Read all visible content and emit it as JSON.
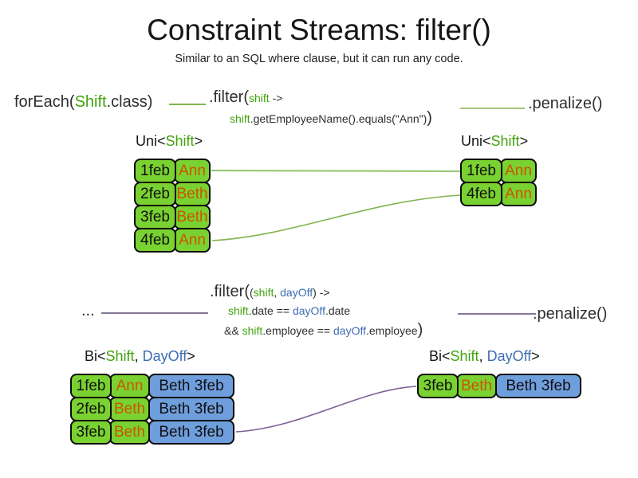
{
  "colors": {
    "green_fill": "#79d231",
    "blue_fill": "#6f9edd",
    "ident_green": "#43a30f",
    "ident_blue": "#3d6eb5",
    "orange_text": "#cc5500",
    "text_dark": "#2e2e2e",
    "line_green": "#82b44e",
    "line_green_light": "#9cc878",
    "line_purple": "#5d4a73",
    "line_purple_light": "#7e5f96"
  },
  "header": {
    "title": "Constraint Streams: filter()",
    "subtitle": "Similar to an SQL where clause, but it can run any code."
  },
  "flow1": {
    "foreach_pre": "forEach(",
    "foreach_type": "Shift",
    "foreach_post": ".class)",
    "filter_call": ".filter(",
    "filter_param": "shift",
    "filter_arrow": " ->",
    "body_param": "shift",
    "body_rest": ".getEmployeeName().equals(\"Ann\")",
    "body_close": ")",
    "penalize": ".penalize()"
  },
  "labels": {
    "uni_pre": "Uni<",
    "uni_type": "Shift",
    "uni_post": ">",
    "bi_pre": "Bi<",
    "bi_type1": "Shift",
    "bi_comma": ", ",
    "bi_type2": "DayOff",
    "bi_post": ">"
  },
  "flow2": {
    "dots": "...",
    "filter_call": ".filter(",
    "p_open": "(",
    "p_shift": "shift",
    "p_comma": ", ",
    "p_dayoff": "dayOff",
    "p_close": ") ->",
    "l2_shift": "shift",
    "l2_op": ".date == ",
    "l2_dayoff": "dayOff",
    "l2_end": ".date",
    "l3_and": "&& ",
    "l3_shift": "shift",
    "l3_op": ".employee == ",
    "l3_dayoff": "dayOff",
    "l3_end": ".employee",
    "l3_close": ")",
    "penalize": ".penalize()"
  },
  "tables": {
    "uni_left": {
      "rows": [
        {
          "date": "1feb",
          "name": "Ann"
        },
        {
          "date": "2feb",
          "name": "Beth"
        },
        {
          "date": "3feb",
          "name": "Beth"
        },
        {
          "date": "4feb",
          "name": "Ann"
        }
      ]
    },
    "uni_right": {
      "rows": [
        {
          "date": "1feb",
          "name": "Ann"
        },
        {
          "date": "4feb",
          "name": "Ann"
        }
      ]
    },
    "bi_left": {
      "rows": [
        {
          "date": "1feb",
          "name": "Ann",
          "dayoff": "Beth 3feb"
        },
        {
          "date": "2feb",
          "name": "Beth",
          "dayoff": "Beth 3feb"
        },
        {
          "date": "3feb",
          "name": "Beth",
          "dayoff": "Beth 3feb"
        }
      ]
    },
    "bi_right": {
      "rows": [
        {
          "date": "3feb",
          "name": "Beth",
          "dayoff": "Beth 3feb"
        }
      ]
    }
  }
}
